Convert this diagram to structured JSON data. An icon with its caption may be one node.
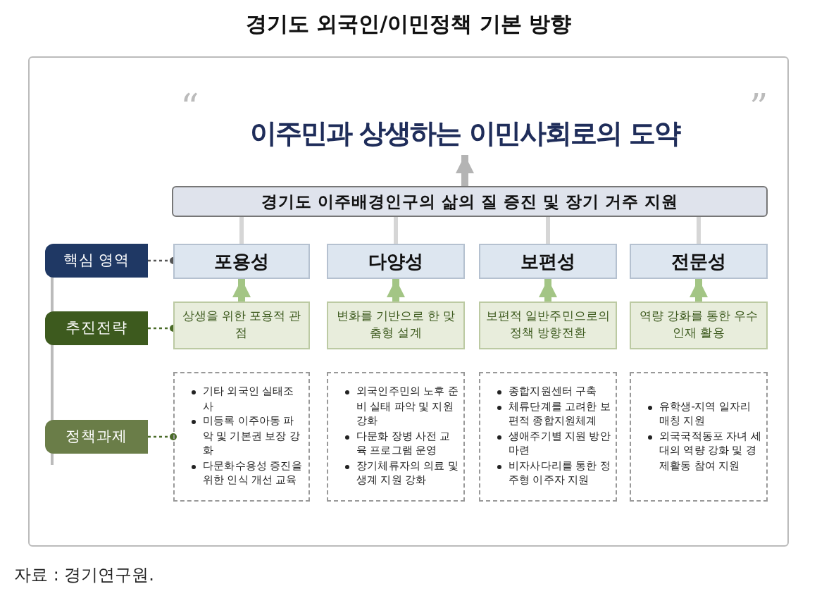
{
  "diagram": {
    "title": "경기도 외국인/이민정책 기본 방향",
    "caption": "자료 : 경기연구원.",
    "nodes": [
      {
        "text": [
          "이주민과 상생하는 이민사회로의 도약"
        ]
      },
      {
        "text": [
          "경기도 이주배경인구의 삶의 질 증진 및 장기 거주 지원"
        ]
      },
      {
        "text": [
          "핵심 영역"
        ]
      },
      {
        "text": [
          "추진전략"
        ]
      },
      {
        "text": [
          "정책과제"
        ]
      },
      {
        "text": [
          "포용성"
        ]
      },
      {
        "text": [
          "다양성"
        ]
      },
      {
        "text": [
          "보편성"
        ]
      },
      {
        "text": [
          "전문성"
        ]
      },
      {
        "text": [
          "상생을 위한 포용적 관점"
        ]
      },
      {
        "text": [
          "변화를 기반으로 한 맞춤형 설계"
        ]
      },
      {
        "text": [
          "보편적 일반주민으로의 정책 방향전환"
        ]
      },
      {
        "text": [
          "역량 강화를 통한 우수인재 활용"
        ]
      },
      {
        "text": [
          "기타 외국인 실태조사",
          "미등록 이주아동 파악 및 기본권 보장 강화",
          "다문화수용성 증진을 위한 인식 개선 교육"
        ]
      },
      {
        "text": [
          "외국인주민의 노후 준비 실태 파악 및 지원 강화",
          "다문화 장병 사전 교육 프로그램 운영",
          "장기체류자의 의료 및 생계 지원 강화"
        ]
      },
      {
        "text": [
          "종합지원센터 구축",
          "체류단계를 고려한 보편적 종합지원체계",
          "생애주기별 지원 방안 마련",
          "비자사다리를 통한 정주형 이주자 지원"
        ]
      },
      {
        "text": [
          "유학생-지역 일자리 매칭 지원",
          "외국국적동포 자녀 세대의 역량 강화 및 경제활동 참여 지원"
        ]
      }
    ],
    "edges": [
      {
        "from": 1,
        "to": 0,
        "arrow": "to",
        "color": "#b4b4b4"
      },
      {
        "from": 5,
        "to": 1,
        "arrow": "none",
        "color": "#d6d6d6"
      },
      {
        "from": 6,
        "to": 1,
        "arrow": "none",
        "color": "#d6d6d6"
      },
      {
        "from": 7,
        "to": 1,
        "arrow": "none",
        "color": "#d6d6d6"
      },
      {
        "from": 8,
        "to": 1,
        "arrow": "none",
        "color": "#d6d6d6"
      },
      {
        "from": 9,
        "to": 5,
        "arrow": "to",
        "color": "#a3c585"
      },
      {
        "from": 10,
        "to": 6,
        "arrow": "to",
        "color": "#a3c585"
      },
      {
        "from": 11,
        "to": 7,
        "arrow": "to",
        "color": "#a3c585"
      },
      {
        "from": 12,
        "to": 8,
        "arrow": "to",
        "color": "#a3c585"
      },
      {
        "from": 2,
        "to": 5,
        "arrow": "other",
        "style": "dashed",
        "color": "#555555"
      },
      {
        "from": 3,
        "to": 9,
        "arrow": "other",
        "style": "dashed",
        "color": "#4a6b28"
      },
      {
        "from": 4,
        "to": 13,
        "arrow": "other",
        "style": "dashed",
        "color": "#4a6b28"
      }
    ],
    "labels": [
      "“",
      "”"
    ]
  }
}
